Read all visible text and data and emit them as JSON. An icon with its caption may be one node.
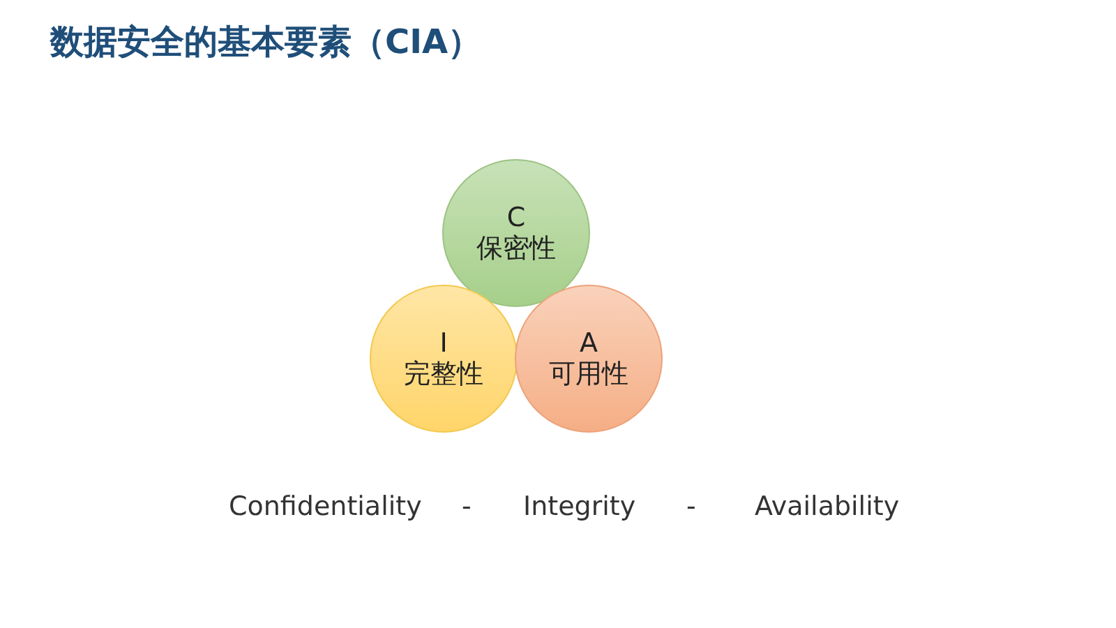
{
  "diagram": {
    "title": "数据安全的基本要素（CIA）",
    "nodes": [
      {
        "text": [
          "C",
          "保密性"
        ]
      },
      {
        "text": [
          "I",
          "完整性"
        ]
      },
      {
        "text": [
          "A",
          "可用性"
        ]
      }
    ],
    "labels": [
      "Confidentiality",
      "-",
      "Integrity",
      "-",
      "Availability"
    ]
  }
}
